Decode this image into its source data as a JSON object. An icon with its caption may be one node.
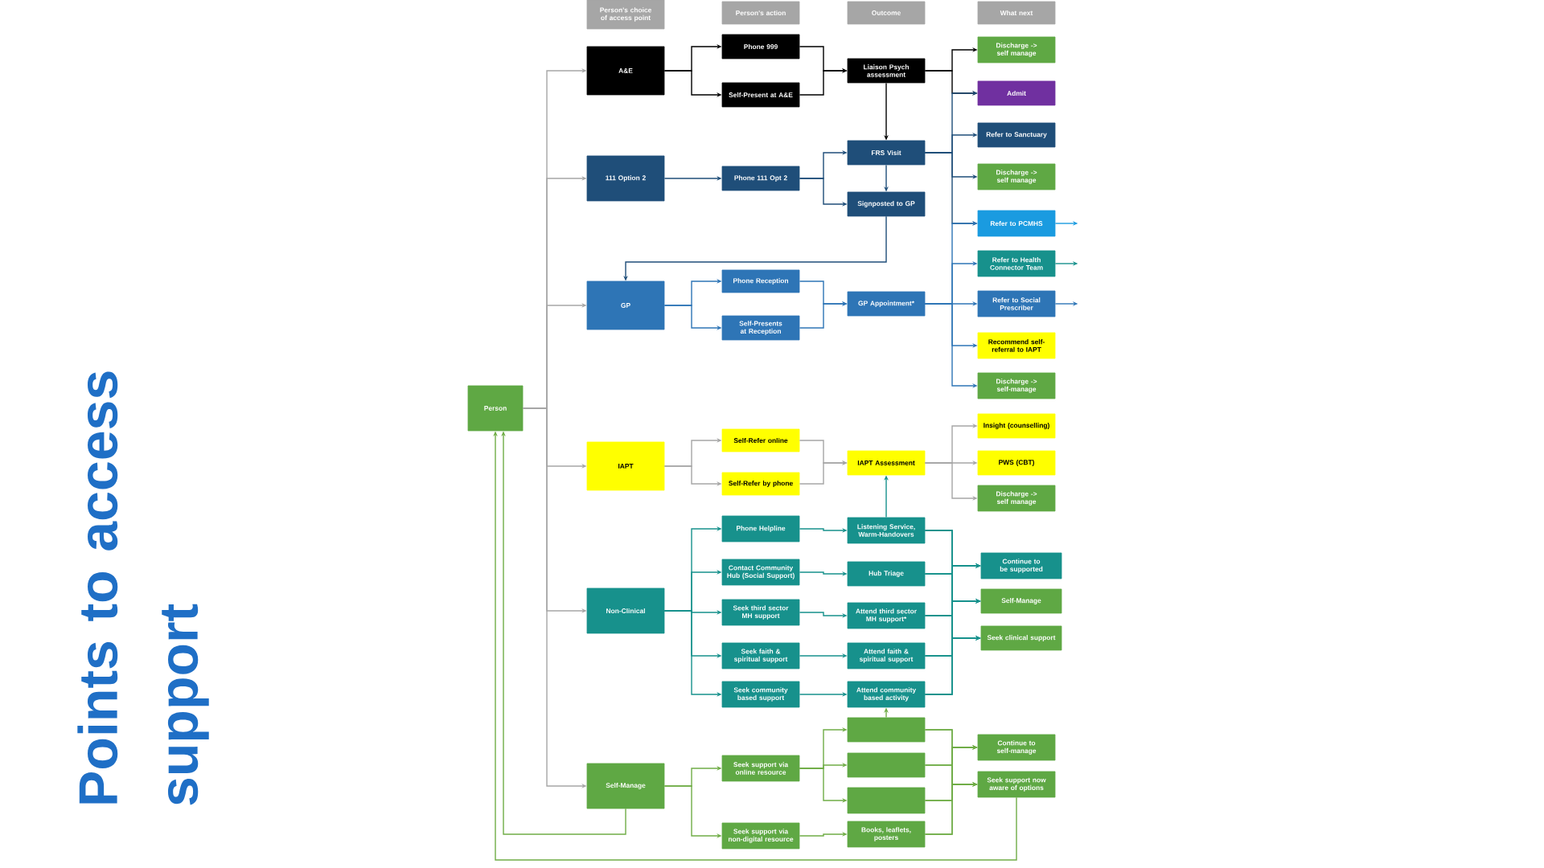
{
  "diagram": {
    "title": "Points to access support",
    "nodes": [
      {
        "text": [
          "Person's choice of access point"
        ]
      },
      {
        "text": [
          "Person's action"
        ]
      },
      {
        "text": [
          "Outcome"
        ]
      },
      {
        "text": [
          "What next"
        ]
      },
      {
        "text": [
          "Person"
        ]
      },
      {
        "text": [
          "A&E"
        ]
      },
      {
        "text": [
          "Phone 999"
        ]
      },
      {
        "text": [
          "Self-Present at A&E"
        ]
      },
      {
        "text": [
          "Liaison Psych assessment"
        ]
      },
      {
        "text": [
          "Discharge -> self manage"
        ]
      },
      {
        "text": [
          "Admit"
        ]
      },
      {
        "text": [
          "Refer to Sanctuary"
        ]
      },
      {
        "text": [
          "FRS Visit"
        ]
      },
      {
        "text": [
          "111 Option 2"
        ]
      },
      {
        "text": [
          "Phone 111 Opt 2"
        ]
      },
      {
        "text": [
          "Discharge -> self manage"
        ]
      },
      {
        "text": [
          "Signposted to GP"
        ]
      },
      {
        "text": [
          "Refer to PCMHS"
        ]
      },
      {
        "text": [
          "Refer to Health Connector Team"
        ]
      },
      {
        "text": [
          "GP"
        ]
      },
      {
        "text": [
          "Phone Reception"
        ]
      },
      {
        "text": [
          "GP Appointment*"
        ]
      },
      {
        "text": [
          "Refer to Social Prescriber"
        ]
      },
      {
        "text": [
          "Self-Presents at Reception"
        ]
      },
      {
        "text": [
          "Recommend self-referral to IAPT"
        ]
      },
      {
        "text": [
          "Discharge -> self-manage"
        ]
      },
      {
        "text": [
          "Insight (counselling)"
        ]
      },
      {
        "text": [
          "Self-Refer online"
        ]
      },
      {
        "text": [
          "IAPT"
        ]
      },
      {
        "text": [
          "IAPT Assessment"
        ]
      },
      {
        "text": [
          "PWS (CBT)"
        ]
      },
      {
        "text": [
          "Self-Refer by phone"
        ]
      },
      {
        "text": [
          "Discharge -> self manage"
        ]
      },
      {
        "text": [
          "Phone Helpline"
        ]
      },
      {
        "text": [
          "Listening Service, Warm-Handovers"
        ]
      },
      {
        "text": [
          "Contact Community Hub (Social Support)"
        ]
      },
      {
        "text": [
          "Hub Triage"
        ]
      },
      {
        "text": [
          "Continue to be supported"
        ]
      },
      {
        "text": [
          "Self-Manage"
        ]
      },
      {
        "text": [
          "Non-Clinical"
        ]
      },
      {
        "text": [
          "Seek third sector MH support"
        ]
      },
      {
        "text": [
          "Attend third sector MH support*"
        ]
      },
      {
        "text": [
          "Seek clinical support"
        ]
      },
      {
        "text": [
          "Seek faith & spiritual support"
        ]
      },
      {
        "text": [
          "Attend faith & spiritual support"
        ]
      },
      {
        "text": [
          "Seek community based support"
        ]
      },
      {
        "text": [
          "Attend community based activity"
        ]
      },
      {
        "text": [],
        "shape": "box"
      },
      {
        "text": [
          "Continue to self-manage"
        ]
      },
      {
        "text": [
          "Seek support via online resource"
        ]
      },
      {
        "text": [],
        "shape": "box"
      },
      {
        "text": [
          "Seek support now aware of options"
        ]
      },
      {
        "text": [
          "Self-Manage"
        ]
      },
      {
        "text": [],
        "shape": "box"
      },
      {
        "text": [
          "Seek support via non-digital resource"
        ]
      },
      {
        "text": [
          "Books, leaflets, posters"
        ]
      }
    ],
    "edges": [
      {
        "from": 4,
        "to": 5,
        "arrow": "to",
        "color": "#a6a6a6"
      },
      {
        "from": 4,
        "to": 13,
        "arrow": "to",
        "color": "#a6a6a6"
      },
      {
        "from": 4,
        "to": 19,
        "arrow": "to",
        "color": "#a6a6a6"
      },
      {
        "from": 4,
        "to": 28,
        "arrow": "to",
        "color": "#a6a6a6"
      },
      {
        "from": 4,
        "to": 39,
        "arrow": "to",
        "color": "#a6a6a6"
      },
      {
        "from": 4,
        "to": 52,
        "arrow": "to",
        "color": "#a6a6a6"
      },
      {
        "from": 5,
        "to": 6,
        "arrow": "to",
        "color": "#000000"
      },
      {
        "from": 5,
        "to": 7,
        "arrow": "to",
        "color": "#000000"
      },
      {
        "from": 6,
        "to": 8,
        "arrow": "to",
        "color": "#000000"
      },
      {
        "from": 7,
        "to": 8,
        "arrow": "to",
        "color": "#000000"
      },
      {
        "from": 8,
        "to": 9,
        "arrow": "to",
        "color": "#000000"
      },
      {
        "from": 8,
        "to": 10,
        "arrow": "to",
        "color": "#000000"
      },
      {
        "from": 8,
        "to": 12,
        "arrow": "to",
        "color": "#000000"
      },
      {
        "from": 12,
        "to": 10,
        "arrow": "to",
        "color": "#1f4e79"
      },
      {
        "from": 12,
        "to": 11,
        "arrow": "to",
        "color": "#1f4e79"
      },
      {
        "from": 12,
        "to": 15,
        "arrow": "to",
        "color": "#1f4e79"
      },
      {
        "from": 12,
        "to": 17,
        "arrow": "to",
        "color": "#1f4e79"
      },
      {
        "from": 12,
        "to": 16,
        "arrow": "to",
        "color": "#1f4e79"
      },
      {
        "from": 13,
        "to": 14,
        "arrow": "to",
        "color": "#1f4e79"
      },
      {
        "from": 14,
        "to": 12,
        "arrow": "to",
        "color": "#1f4e79"
      },
      {
        "from": 14,
        "to": 16,
        "arrow": "to",
        "color": "#1f4e79"
      },
      {
        "from": 16,
        "to": 19,
        "arrow": "to",
        "color": "#1f4e79"
      },
      {
        "from": 19,
        "to": 20,
        "arrow": "to",
        "color": "#2e75b6"
      },
      {
        "from": 19,
        "to": 23,
        "arrow": "to",
        "color": "#2e75b6"
      },
      {
        "from": 20,
        "to": 21,
        "arrow": "to",
        "color": "#2e75b6"
      },
      {
        "from": 23,
        "to": 21,
        "arrow": "to",
        "color": "#2e75b6"
      },
      {
        "from": 21,
        "to": 17,
        "arrow": "to",
        "color": "#2e75b6"
      },
      {
        "from": 21,
        "to": 18,
        "arrow": "to",
        "color": "#2e75b6"
      },
      {
        "from": 21,
        "to": 22,
        "arrow": "to",
        "color": "#2e75b6"
      },
      {
        "from": 21,
        "to": 24,
        "arrow": "to",
        "color": "#2e75b6"
      },
      {
        "from": 21,
        "to": 25,
        "arrow": "to",
        "color": "#2e75b6"
      },
      {
        "from": 17,
        "to": null,
        "arrow": "to",
        "color": "#1a9be0"
      },
      {
        "from": 18,
        "to": null,
        "arrow": "to"
      },
      {
        "from": 22,
        "to": null,
        "arrow": "to",
        "color": "#2e75b6"
      },
      {
        "from": 28,
        "to": 27,
        "arrow": "to",
        "color": "#a6a6a6"
      },
      {
        "from": 28,
        "to": 31,
        "arrow": "to",
        "color": "#a6a6a6"
      },
      {
        "from": 27,
        "to": 29,
        "arrow": "to",
        "color": "#a6a6a6"
      },
      {
        "from": 31,
        "to": 29,
        "arrow": "to",
        "color": "#a6a6a6"
      },
      {
        "from": 29,
        "to": 26,
        "arrow": "to",
        "color": "#a6a6a6"
      },
      {
        "from": 29,
        "to": 30,
        "arrow": "to",
        "color": "#a6a6a6"
      },
      {
        "from": 29,
        "to": 32,
        "arrow": "to",
        "color": "#a6a6a6"
      },
      {
        "from": 34,
        "to": 29,
        "arrow": "to"
      },
      {
        "from": 39,
        "to": 33,
        "arrow": "to"
      },
      {
        "from": 39,
        "to": 35,
        "arrow": "to"
      },
      {
        "from": 39,
        "to": 40,
        "arrow": "to"
      },
      {
        "from": 39,
        "to": 43,
        "arrow": "to"
      },
      {
        "from": 39,
        "to": 45,
        "arrow": "to"
      },
      {
        "from": 33,
        "to": 34,
        "arrow": "to"
      },
      {
        "from": 35,
        "to": 36,
        "arrow": "to"
      },
      {
        "from": 40,
        "to": 41,
        "arrow": "to"
      },
      {
        "from": 43,
        "to": 44,
        "arrow": "to"
      },
      {
        "from": 45,
        "to": 46,
        "arrow": "to"
      },
      {
        "from": 34,
        "to": 37,
        "arrow": "to"
      },
      {
        "from": 34,
        "to": 38,
        "arrow": "to"
      },
      {
        "from": 34,
        "to": 42,
        "arrow": "to"
      },
      {
        "from": 36,
        "to": 37,
        "arrow": "to"
      },
      {
        "from": 36,
        "to": 38,
        "arrow": "to"
      },
      {
        "from": 36,
        "to": 42,
        "arrow": "to"
      },
      {
        "from": 41,
        "to": 37,
        "arrow": "to"
      },
      {
        "from": 41,
        "to": 38,
        "arrow": "to"
      },
      {
        "from": 41,
        "to": 42,
        "arrow": "to"
      },
      {
        "from": 44,
        "to": 37,
        "arrow": "to"
      },
      {
        "from": 44,
        "to": 38,
        "arrow": "to"
      },
      {
        "from": 44,
        "to": 42,
        "arrow": "to"
      },
      {
        "from": 46,
        "to": 37,
        "arrow": "to"
      },
      {
        "from": 46,
        "to": 38,
        "arrow": "to"
      },
      {
        "from": 46,
        "to": 42,
        "arrow": "to"
      },
      {
        "from": 52,
        "to": 49,
        "arrow": "to",
        "color": "#70ad47"
      },
      {
        "from": 52,
        "to": 54,
        "arrow": "to",
        "color": "#70ad47"
      },
      {
        "from": 49,
        "to": 47,
        "arrow": "to",
        "color": "#70ad47"
      },
      {
        "from": 49,
        "to": 50,
        "arrow": "to",
        "color": "#70ad47"
      },
      {
        "from": 49,
        "to": 53,
        "arrow": "to",
        "color": "#70ad47"
      },
      {
        "from": 47,
        "to": 46,
        "arrow": "to",
        "color": "#70ad47"
      },
      {
        "from": 54,
        "to": 55,
        "arrow": "to",
        "color": "#70ad47"
      },
      {
        "from": 47,
        "to": 48,
        "arrow": "to",
        "color": "#70ad47"
      },
      {
        "from": 47,
        "to": 51,
        "arrow": "to",
        "color": "#70ad47"
      },
      {
        "from": 50,
        "to": 48,
        "arrow": "to",
        "color": "#70ad47"
      },
      {
        "from": 50,
        "to": 51,
        "arrow": "to",
        "color": "#70ad47"
      },
      {
        "from": 53,
        "to": 48,
        "arrow": "to",
        "color": "#70ad47"
      },
      {
        "from": 53,
        "to": 51,
        "arrow": "to",
        "color": "#70ad47"
      },
      {
        "from": 55,
        "to": 48,
        "arrow": "to",
        "color": "#70ad47"
      },
      {
        "from": 55,
        "to": 51,
        "arrow": "to",
        "color": "#70ad47"
      },
      {
        "from": 52,
        "to": 4,
        "arrow": "to",
        "color": "#70ad47"
      },
      {
        "from": 51,
        "to": 4,
        "arrow": "to",
        "color": "#70ad47"
      }
    ]
  }
}
